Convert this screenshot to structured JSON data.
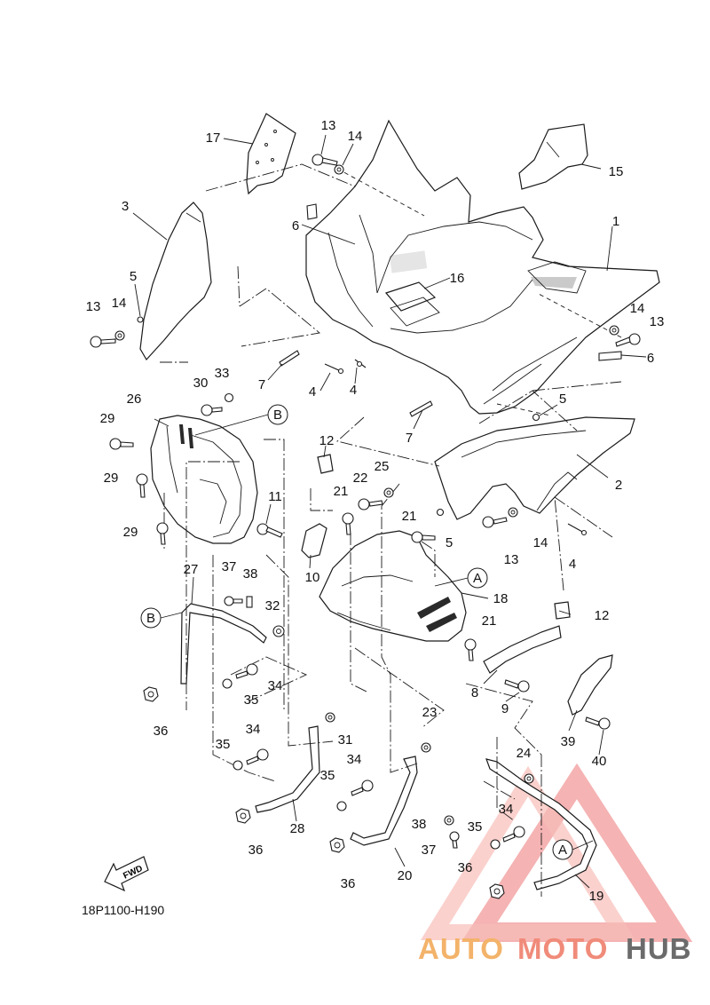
{
  "diagram": {
    "drawing_code": "18P1100-H190",
    "fwd_label": "FWD",
    "callouts": [
      {
        "id": "c1",
        "text": "1"
      },
      {
        "id": "c2",
        "text": "2"
      },
      {
        "id": "c3",
        "text": "3"
      },
      {
        "id": "c4a",
        "text": "4"
      },
      {
        "id": "c4b",
        "text": "4"
      },
      {
        "id": "c4c",
        "text": "4"
      },
      {
        "id": "c5a",
        "text": "5"
      },
      {
        "id": "c5b",
        "text": "5"
      },
      {
        "id": "c5c",
        "text": "5"
      },
      {
        "id": "c6a",
        "text": "6"
      },
      {
        "id": "c6b",
        "text": "6"
      },
      {
        "id": "c7a",
        "text": "7"
      },
      {
        "id": "c7b",
        "text": "7"
      },
      {
        "id": "c8",
        "text": "8"
      },
      {
        "id": "c9",
        "text": "9"
      },
      {
        "id": "c10",
        "text": "10"
      },
      {
        "id": "c11",
        "text": "11"
      },
      {
        "id": "c12a",
        "text": "12"
      },
      {
        "id": "c12b",
        "text": "12"
      },
      {
        "id": "c13a",
        "text": "13"
      },
      {
        "id": "c13b",
        "text": "13"
      },
      {
        "id": "c13c",
        "text": "13"
      },
      {
        "id": "c13d",
        "text": "13"
      },
      {
        "id": "c14a",
        "text": "14"
      },
      {
        "id": "c14b",
        "text": "14"
      },
      {
        "id": "c14c",
        "text": "14"
      },
      {
        "id": "c14d",
        "text": "14"
      },
      {
        "id": "c15",
        "text": "15"
      },
      {
        "id": "c16",
        "text": "16"
      },
      {
        "id": "c17",
        "text": "17"
      },
      {
        "id": "c18",
        "text": "18"
      },
      {
        "id": "c19",
        "text": "19"
      },
      {
        "id": "c20",
        "text": "20"
      },
      {
        "id": "c21a",
        "text": "21"
      },
      {
        "id": "c21b",
        "text": "21"
      },
      {
        "id": "c21c",
        "text": "21"
      },
      {
        "id": "c22",
        "text": "22"
      },
      {
        "id": "c23",
        "text": "23"
      },
      {
        "id": "c24",
        "text": "24"
      },
      {
        "id": "c25",
        "text": "25"
      },
      {
        "id": "c26",
        "text": "26"
      },
      {
        "id": "c27",
        "text": "27"
      },
      {
        "id": "c28",
        "text": "28"
      },
      {
        "id": "c29a",
        "text": "29"
      },
      {
        "id": "c29b",
        "text": "29"
      },
      {
        "id": "c29c",
        "text": "29"
      },
      {
        "id": "c30",
        "text": "30"
      },
      {
        "id": "c31",
        "text": "31"
      },
      {
        "id": "c32",
        "text": "32"
      },
      {
        "id": "c33",
        "text": "33"
      },
      {
        "id": "c34a",
        "text": "34"
      },
      {
        "id": "c34b",
        "text": "34"
      },
      {
        "id": "c34c",
        "text": "34"
      },
      {
        "id": "c34d",
        "text": "34"
      },
      {
        "id": "c35a",
        "text": "35"
      },
      {
        "id": "c35b",
        "text": "35"
      },
      {
        "id": "c35c",
        "text": "35"
      },
      {
        "id": "c35d",
        "text": "35"
      },
      {
        "id": "c36a",
        "text": "36"
      },
      {
        "id": "c36b",
        "text": "36"
      },
      {
        "id": "c36c",
        "text": "36"
      },
      {
        "id": "c36d",
        "text": "36"
      },
      {
        "id": "c37a",
        "text": "37"
      },
      {
        "id": "c37b",
        "text": "37"
      },
      {
        "id": "c38a",
        "text": "38"
      },
      {
        "id": "c38b",
        "text": "38"
      },
      {
        "id": "c39",
        "text": "39"
      },
      {
        "id": "c40",
        "text": "40"
      }
    ],
    "reference_markers": [
      {
        "id": "ref-a1",
        "text": "A"
      },
      {
        "id": "ref-a2",
        "text": "A"
      },
      {
        "id": "ref-b1",
        "text": "B"
      },
      {
        "id": "ref-b2",
        "text": "B"
      }
    ]
  },
  "watermark": {
    "part1": "AUTO",
    "part2": "MOTO",
    "part3": "HUB",
    "color_light": "#f3b36a",
    "color_mid": "#f08b7a",
    "color_dark": "#6b6b6b"
  }
}
